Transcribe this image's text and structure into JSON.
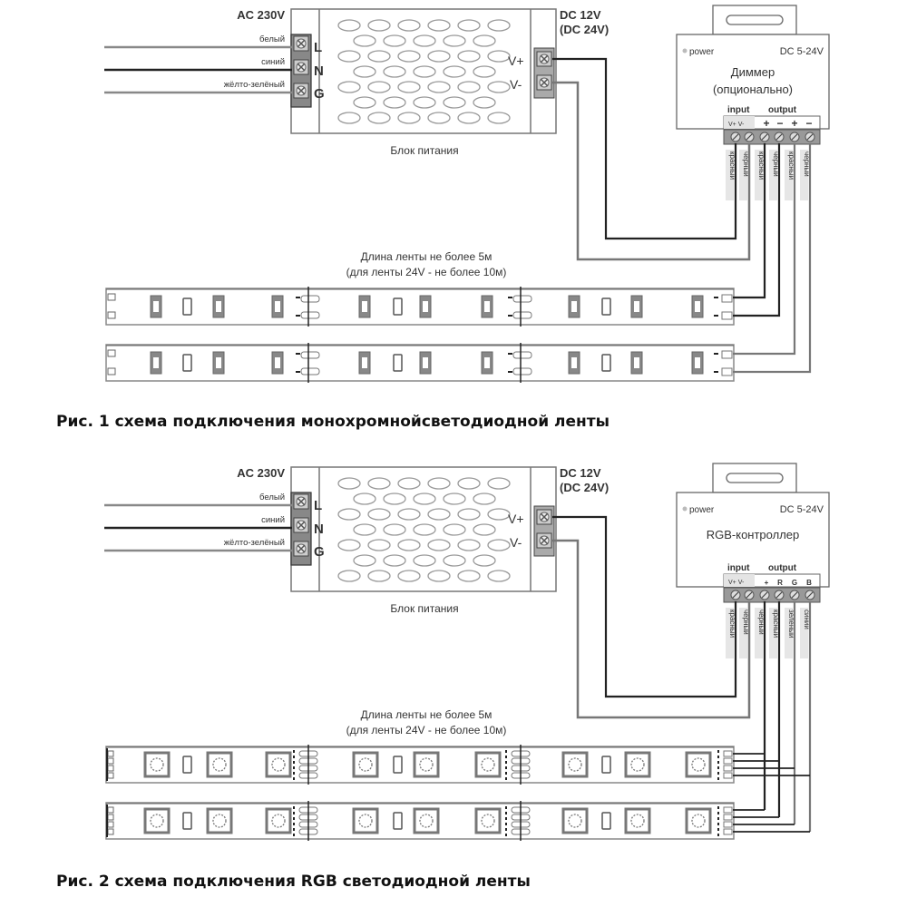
{
  "diagrams": [
    {
      "id": "mono",
      "ac_label": "AC 230V",
      "input_wires": [
        "белый",
        "синий",
        "жёлто-зелёный"
      ],
      "input_terminals": [
        "L",
        "N",
        "G"
      ],
      "psu_label": "Блок питания",
      "dc_label_1": "DC 12V",
      "dc_label_2": "(DC 24V)",
      "output_terminals": [
        "V+",
        "V-"
      ],
      "controller": {
        "power_label": "power",
        "voltage_label": "DC 5-24V",
        "title_1": "Диммер",
        "title_2": "(опционально)",
        "input_label": "input",
        "output_label": "output",
        "input_pins": "V+ V-",
        "output_pins": [
          "+",
          "−",
          "+",
          "−"
        ]
      },
      "wire_labels": [
        "красный",
        "черный",
        "красный",
        "черный",
        "красный",
        "черный"
      ],
      "strip_note_1": "Длина ленты не более 5м",
      "strip_note_2": "(для ленты 24V - не более 10м)",
      "caption": "Рис. 1 схема подключения монохромнойсветодиодной ленты"
    },
    {
      "id": "rgb",
      "ac_label": "AC 230V",
      "input_wires": [
        "белый",
        "синий",
        "жёлто-зелёный"
      ],
      "input_terminals": [
        "L",
        "N",
        "G"
      ],
      "psu_label": "Блок питания",
      "dc_label_1": "DC 12V",
      "dc_label_2": "(DC 24V)",
      "output_terminals": [
        "V+",
        "V-"
      ],
      "controller": {
        "power_label": "power",
        "voltage_label": "DC 5-24V",
        "title_1": "RGB-контроллер",
        "title_2": "",
        "input_label": "input",
        "output_label": "output",
        "input_pins": "V+ V-",
        "output_pins": [
          "+",
          "R",
          "G",
          "B"
        ]
      },
      "wire_labels": [
        "красный",
        "черный",
        "черный",
        "красный",
        "зелёный",
        "синий"
      ],
      "strip_note_1": "Длина ленты не более 5м",
      "strip_note_2": "(для ленты 24V - не более 10м)",
      "caption": "Рис. 2 схема подключения RGB светодиодной ленты"
    }
  ]
}
